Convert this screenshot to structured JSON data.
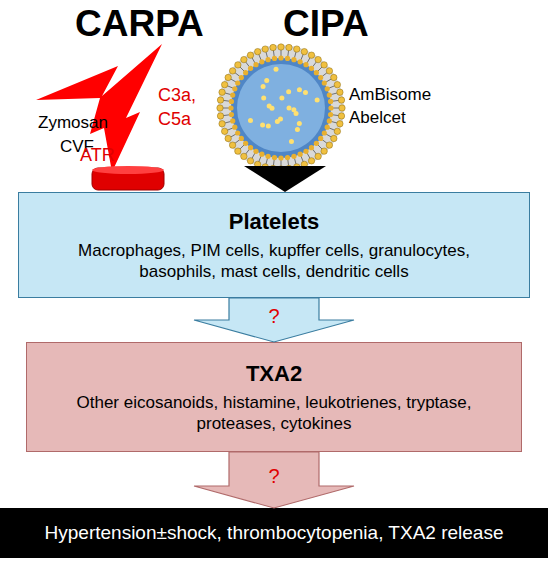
{
  "diagram": {
    "nodes": [
      {
        "text": [
          "Platelets",
          "Macrophages, PIM cells, kupffer cells, granulocytes, basophils, mast cells, dendritic cells"
        ]
      },
      {
        "text": [
          "TXA2",
          "Other eicosanoids, histamine, leukotrienes, tryptase, proteases, cytokines"
        ]
      },
      {
        "text": [
          "Hypertension±shock, thrombocytopenia, TXA2 release"
        ]
      }
    ],
    "edges": [
      {
        "from": 0,
        "to": 1,
        "arrow": "to",
        "label": "?"
      },
      {
        "from": 1,
        "to": 2,
        "arrow": "to",
        "label": "?"
      }
    ],
    "labels": [
      "CARPA",
      "CIPA",
      "Zymosan",
      "CVF",
      "C3a,",
      "C5a",
      "ATR",
      "AmBisome",
      "Abelcet"
    ]
  }
}
